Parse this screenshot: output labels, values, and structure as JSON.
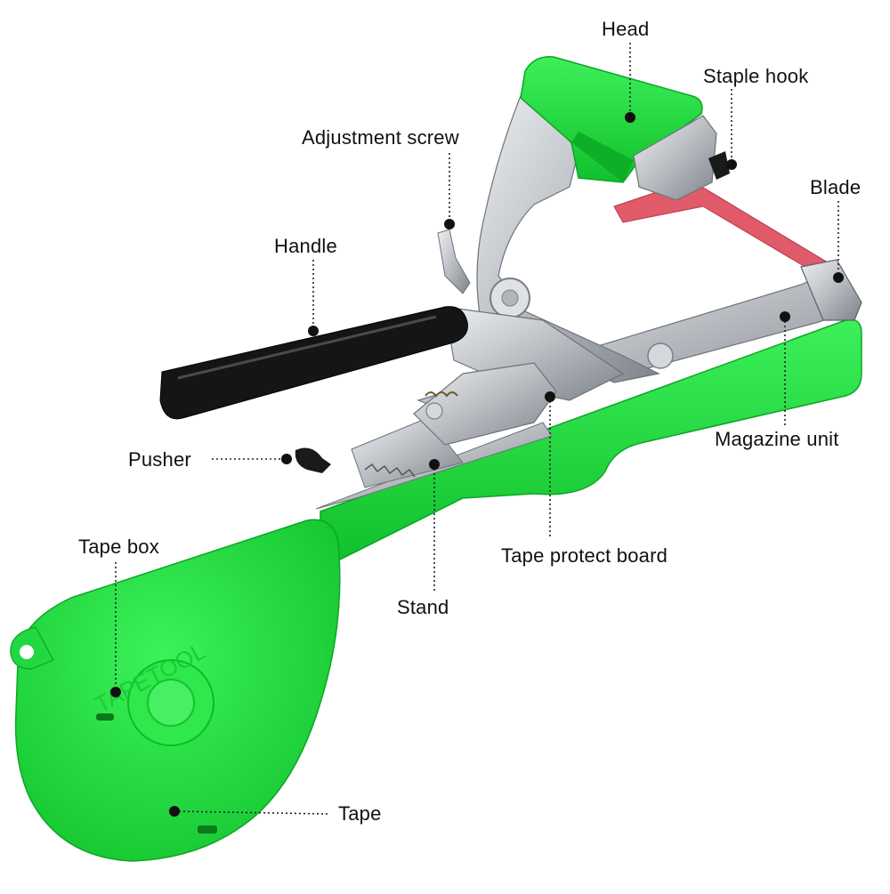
{
  "colors": {
    "body_green": "#1ee03a",
    "dark_green": "#12b82a",
    "steel": "#c9ccd0",
    "steel_dark": "#8a8f96",
    "handle_black": "#151515",
    "tape_red": "#e05a6a"
  },
  "labels": {
    "head": "Head",
    "staple_hook": "Staple hook",
    "adjustment_screw": "Adjustment screw",
    "blade": "Blade",
    "handle": "Handle",
    "magazine_unit": "Magazine unit",
    "pusher": "Pusher",
    "tape_box": "Tape box",
    "tape_protect_board": "Tape protect board",
    "stand": "Stand",
    "tape": "Tape"
  },
  "embossed_text": "TAPETOOL"
}
